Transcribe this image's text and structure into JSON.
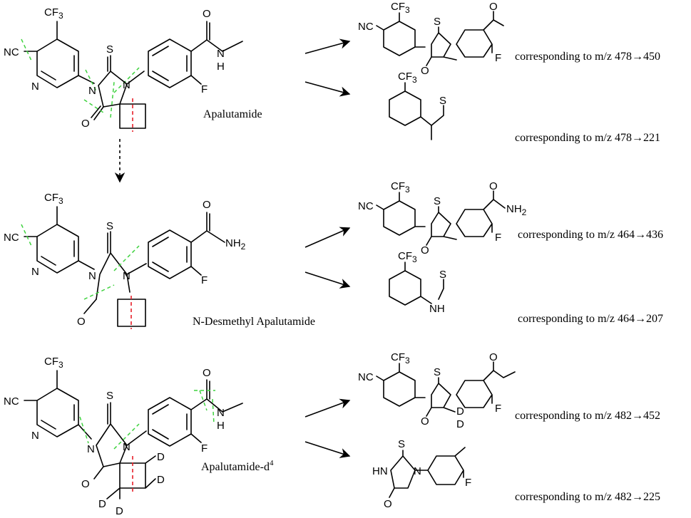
{
  "compounds": [
    {
      "name": "Apalutamide"
    },
    {
      "name": "N-Desmethyl Apalutamide"
    },
    {
      "name": "Apalutamide-d",
      "superscript": "4"
    }
  ],
  "transitions": [
    "corresponding to m/z 478→450",
    "corresponding to m/z 478→221",
    "corresponding to m/z 464→436",
    "corresponding to m/z 464→207",
    "corresponding to m/z 482→452",
    "corresponding to m/z 482→225"
  ],
  "atoms": {
    "cf3": "CF",
    "cf3_sub": "3",
    "nc": "NC",
    "n": "N",
    "s": "S",
    "o": "O",
    "f": "F",
    "h": "H",
    "nh": "NH",
    "nh2": "NH",
    "nh2_sub": "2",
    "hn": "HN",
    "d": "D"
  },
  "colors": {
    "cleavage_green": "#3fd23f",
    "cleavage_red": "#e8202a"
  }
}
